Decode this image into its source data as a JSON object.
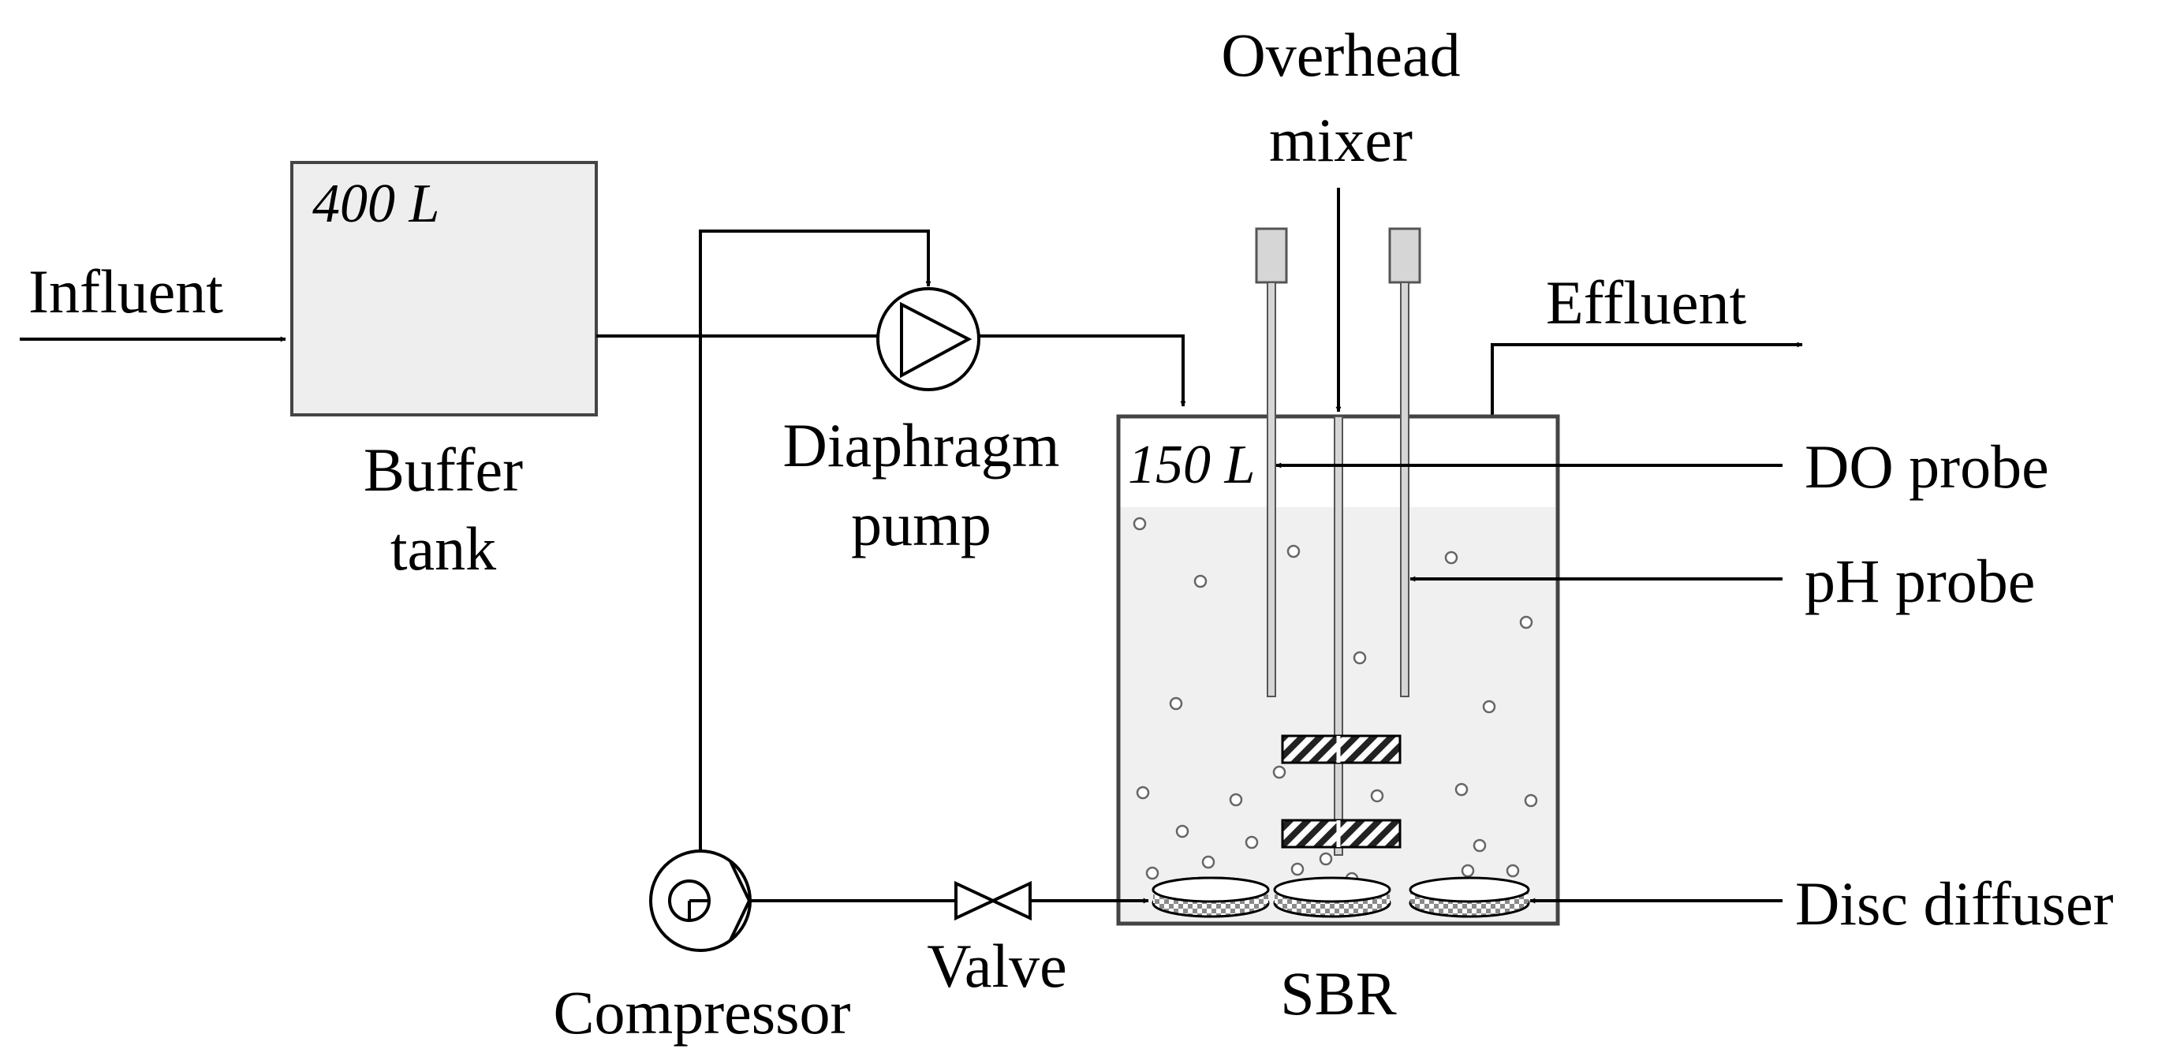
{
  "labels": {
    "influent": "Influent",
    "buffer_volume": "400 L",
    "buffer_line1": "Buffer",
    "buffer_line2": "tank",
    "pump_line1": "Diaphragm",
    "pump_line2": "pump",
    "mixer_line1": "Overhead",
    "mixer_line2": "mixer",
    "effluent": "Effluent",
    "sbr_volume": "150 L",
    "do_probe": "DO probe",
    "ph_probe": "pH probe",
    "disc_diffuser": "Disc diffuser",
    "sbr": "SBR",
    "valve": "Valve",
    "compressor": "Compressor"
  },
  "colors": {
    "line": "#000000",
    "tank_fill": "#eeeeee",
    "liquid_fill": "#f0f0f0",
    "probe_fill": "#d6d6d6"
  }
}
